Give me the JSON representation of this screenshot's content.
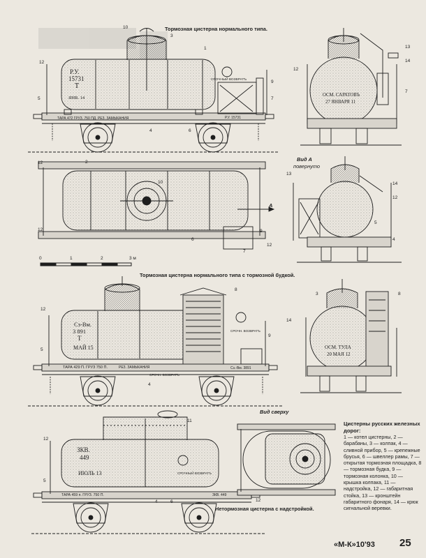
{
  "captions": {
    "fig1": "Тормозная цистерна нормального типа.",
    "fig2": "Тормозная цистерна нормального типа с тормозной будкой.",
    "fig3": "Нетормозная цистерна с надстройкой.",
    "view_a": "Вид А",
    "view_a2": "повернуто",
    "view_top": "Вид сверху",
    "arrow_a": "А"
  },
  "scale": {
    "ticks": [
      "0",
      "1",
      "2",
      "3 м"
    ]
  },
  "markings": {
    "w1_code": "Р.У.",
    "w1_num": "15731",
    "w1_letter": "Т",
    "w1_date": "ЯНВ. 14",
    "w1_tara": "ТАРА 472 ГРУЗ. 750 ПД. РЕЗ. ЗАМЫКАНИЯ",
    "w1_return": "СРОЧНЫЙ ВОЗВРАТЪ",
    "w1_end": "Р.У. 15731",
    "w1_end_plate": "ОСМ. САРАТОВЪ",
    "w1_end_date": "27 ЯНВАРЯ 11",
    "w2_code": "Сз-Вм.",
    "w2_num": "3 891",
    "w2_letter": "Т",
    "w2_date": "МАЙ 15",
    "w2_tara": "ТАРА 429 П. ГРУЗ 750 П.",
    "w2_tara2": "РЕЗ. ЗАМЫКАНИЯ",
    "w2_return": "СРОЧН. ВОЗВРАТЪ",
    "w2_return2": "СРОЧН. ВОЗВРАТЪ",
    "w2_end": "Сз.-Вм. 3891",
    "w2_end_plate": "ОСМ. ТУЛА",
    "w2_end_date": "20 МАЯ 12",
    "w3_code": "ЗКВ.",
    "w3_num": "449",
    "w3_date": "ИЮЛЬ 13",
    "w3_return": "СРОЧНЫЙ ВОЗВРАТЪ",
    "w3_tara": "ТАРА 459 п. ГРУЗ. 750 П.",
    "w3_end": "ЗКВ. 449"
  },
  "numbers": {
    "n1": "1",
    "n2": "2",
    "n3": "3",
    "n4": "4",
    "n5": "5",
    "n6": "6",
    "n7": "7",
    "n8": "8",
    "n9": "9",
    "n10": "10",
    "n11": "11",
    "n12": "12",
    "n13": "13",
    "n14": "14"
  },
  "legend": {
    "title": "Цистерны русских железных дорог:",
    "body": "1 — котел цистерны, 2 — барабаны, 3 — колпак, 4 — сливной прибор, 5 — крепежные брусья, 6 — швеллер рамы, 7 — открытая тормозная площадка, 8 — тормозная будка, 9 — тормозная колонка, 10 — крышка колпака, 11 — надстройка, 12 — габаритная стойка, 13 — кронштейн габаритного фонаря, 14 — крюк сигнальной веревки."
  },
  "footer": {
    "magazine": "«М-К»10'93",
    "page": "25"
  },
  "colors": {
    "ink": "#1e1e1e",
    "paper": "#ece8e0",
    "shade": "#9a968e"
  }
}
